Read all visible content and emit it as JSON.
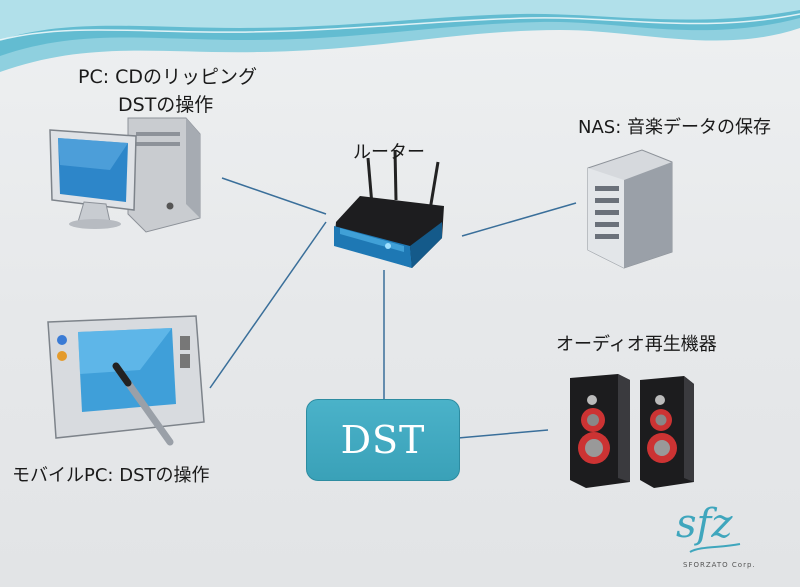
{
  "diagram": {
    "pc_label_line1": "PC: CDのリッピング",
    "pc_label_line2": "DSTの操作",
    "router_label": "ルーター",
    "nas_label": "NAS: 音楽データの保存",
    "player_label": "オーディオ再生機器",
    "mobile_label": "モバイルPC:  DSTの操作",
    "dst_label": "DST"
  },
  "logo": {
    "mark": "sfz",
    "company": "SFORZATO Corp."
  },
  "colors": {
    "accent": "#3aa1b8",
    "wave": "#7dc6d8",
    "line": "#3a6f9a"
  }
}
